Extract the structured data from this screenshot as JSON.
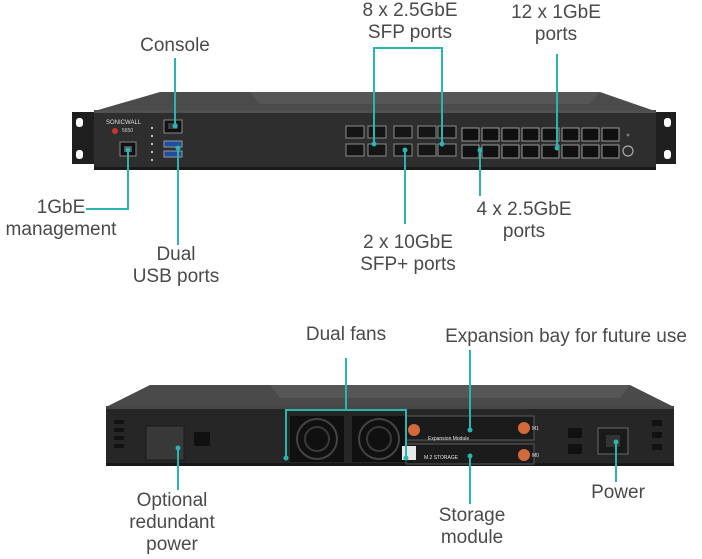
{
  "front": {
    "label_sfp25": [
      "8 x 2.5GbE",
      "SFP ports"
    ],
    "label_1gbe12": [
      "12 x 1GbE",
      "ports"
    ],
    "label_console": "Console",
    "label_mgmt": [
      "1GbE",
      "management"
    ],
    "label_usb": [
      "Dual",
      "USB ports"
    ],
    "label_10gbe": [
      "2 x 10GbE",
      "SFP+ ports"
    ],
    "label_25gbe4": [
      "4 x 2.5GbE",
      "ports"
    ],
    "brand": "SONICWALL",
    "model": "5650"
  },
  "rear": {
    "label_fans": "Dual fans",
    "label_expansion": "Expansion bay for future use",
    "label_psu": [
      "Optional",
      "redundant",
      "power"
    ],
    "label_storage": [
      "Storage",
      "module"
    ],
    "label_power": "Power",
    "slot_expansion": "Expansion Module",
    "slot_storage": "M.2 STORAGE",
    "slot_m1": "M1",
    "slot_m0": "M0"
  },
  "colors": {
    "callout": "#2ab5b0",
    "chassis": "#2b2b2b",
    "text": "#4a4a4a"
  }
}
